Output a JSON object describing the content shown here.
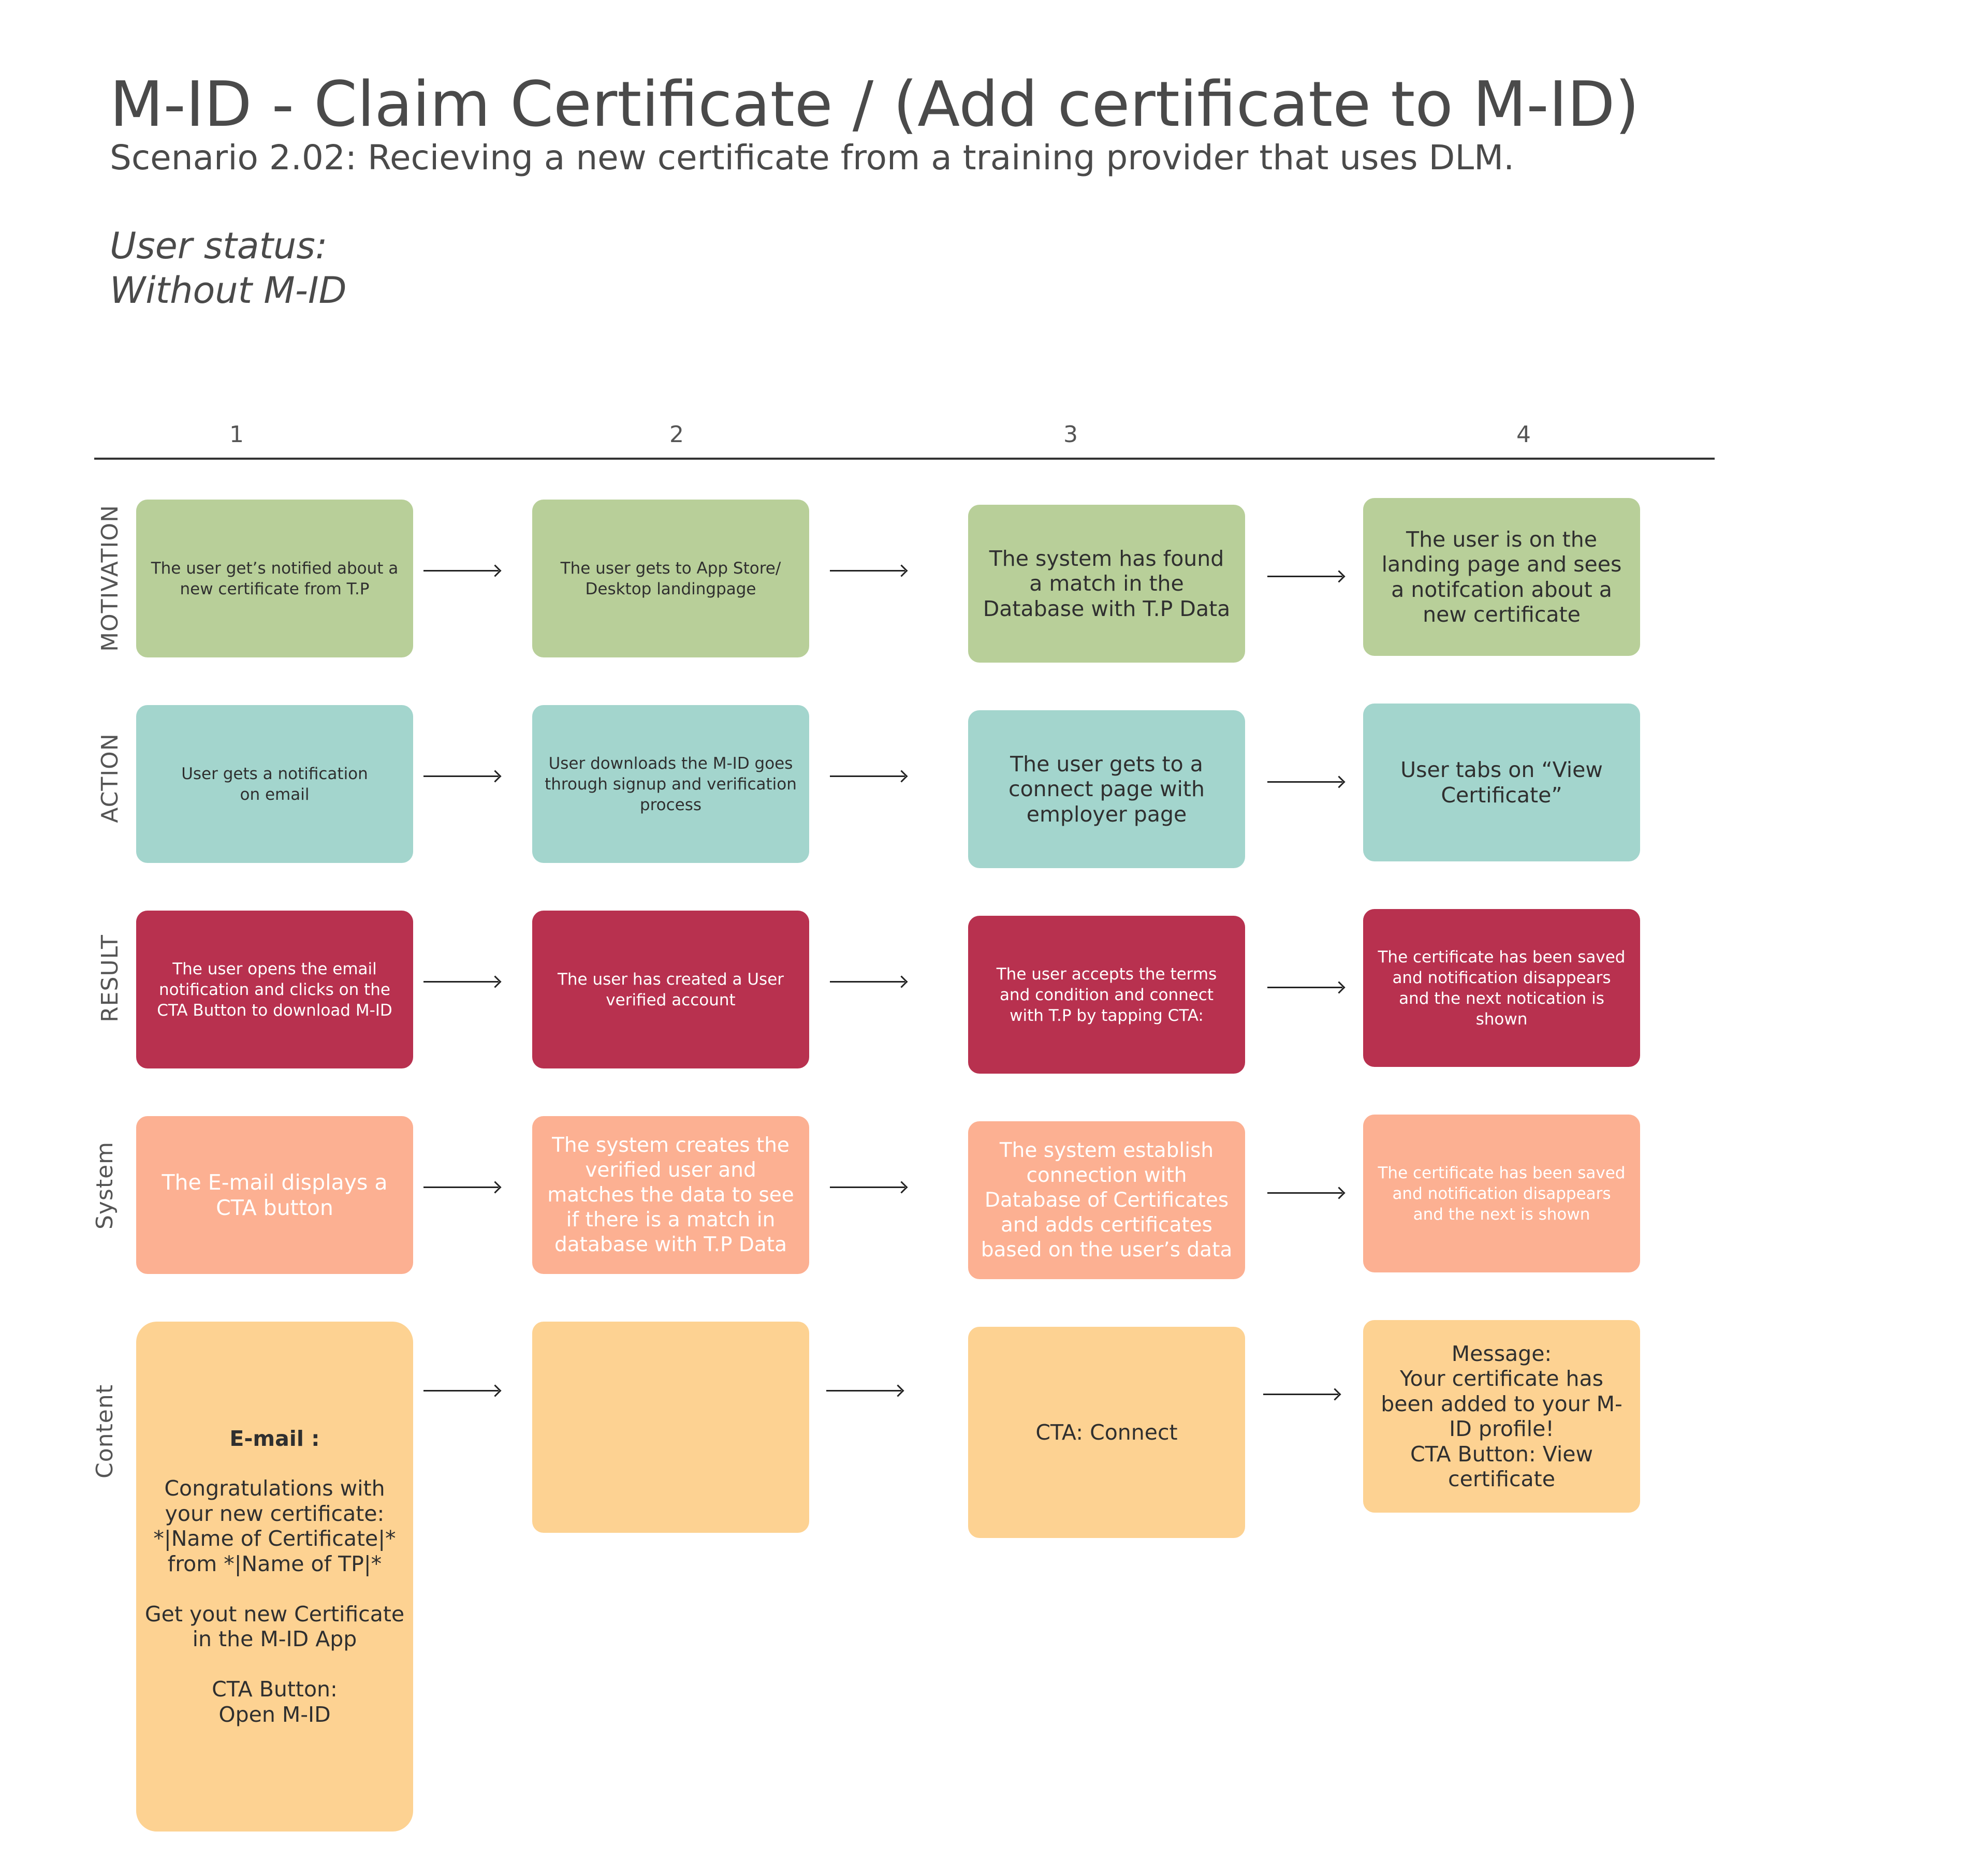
{
  "header": {
    "title": "M-ID - Claim Certificate / (Add certificate to M-ID)",
    "subtitle": "Scenario 2.02: Recieving a new certificate from a training provider that uses DLM.",
    "status_label": "User status:",
    "status_value": "Without M-ID"
  },
  "columns": [
    "1",
    "2",
    "3",
    "4"
  ],
  "rows": {
    "motivation": {
      "label": "MOTIVATION",
      "cards": [
        "The user get’s notified about a new certificate from T.P",
        "The user gets to App Store/ Desktop landingpage",
        "The system has found a match in the Database with T.P Data",
        "The user is on the landing page and sees a notifcation about a new certificate"
      ]
    },
    "action": {
      "label": "ACTION",
      "cards": [
        "User gets a notification\non email",
        "User downloads the M-ID goes through signup and verification process",
        "The user gets to a connect page with employer page",
        "User tabs on “View Certificate”"
      ]
    },
    "result": {
      "label": "RESULT",
      "cards": [
        "The user opens the email notification and clicks on the CTA Button to download M-ID",
        "The user has created a User verified account",
        "The user accepts the terms and condition and connect with T.P by tapping CTA:",
        "The certificate has been saved and notification disappears and the next notication is shown"
      ]
    },
    "system": {
      "label": "System",
      "cards": [
        "The E-mail displays a CTA button",
        "The system creates the verified user and matches the data to see if there is a match in database with T.P Data",
        "The system establish connection with Database of Certificates and adds certificates based on the user’s data",
        "The certificate has been saved and notification disappears and the next is shown"
      ]
    },
    "content": {
      "label": "Content",
      "email_heading": "E-mail :",
      "email_body": "Congratulations with your new certificate:\n*|Name of Certificate|*\nfrom *|Name of TP|*\n\nGet yout new Certificate in the M-ID App\n\nCTA Button:\nOpen M-ID",
      "cards": [
        "",
        "",
        "CTA: Connect",
        "Message:\nYour certificate has been added to your M-ID profile!\nCTA Button: View certificate"
      ]
    }
  }
}
